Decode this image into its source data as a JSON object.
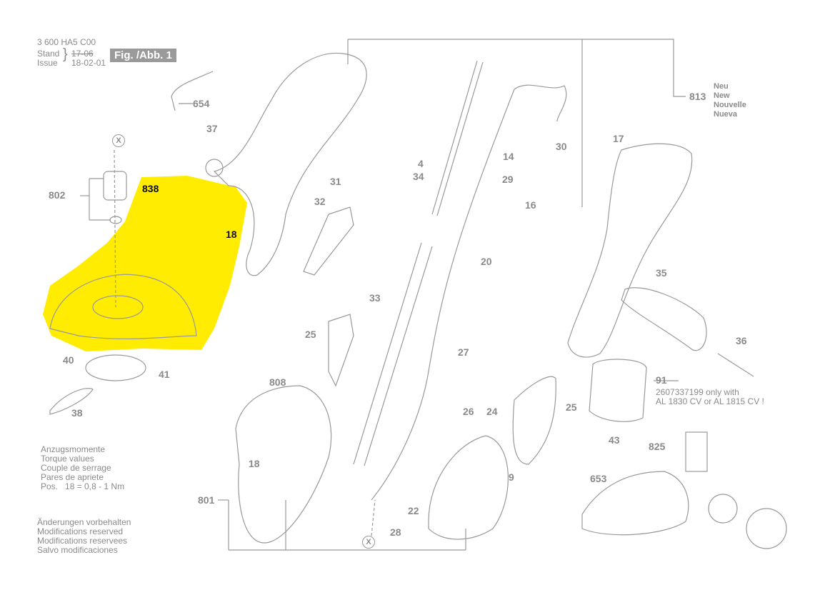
{
  "header": {
    "part_number": "3 600 HA5 C00",
    "stand_label": "Stand",
    "issue_label": "Issue",
    "old_date": "17-06",
    "date": "18-02-01",
    "figure": "Fig. /Abb. 1"
  },
  "new_note": [
    "Neu",
    "New",
    "Nouvelle",
    "Nueva"
  ],
  "battery_note": [
    "2607337199 only with",
    "AL 1830 CV or AL 1815 CV !"
  ],
  "torque": {
    "lines": [
      "Anzugsmomente",
      "Torque values",
      "Couple de serrage",
      "Pares de apriete"
    ],
    "pos_label": "Pos.",
    "value": "18 = 0,8 - 1 Nm"
  },
  "modifications": [
    "Änderungen vorbehalten",
    "Modifications reserved",
    "Modifications reservees",
    "Salvo modificaciones"
  ],
  "highlight_color": "#ffec00",
  "part_labels": [
    "654",
    "37",
    "802",
    "838",
    "18",
    "32",
    "31",
    "4",
    "34",
    "14",
    "30",
    "29",
    "17",
    "813",
    "16",
    "35",
    "20",
    "33",
    "25",
    "36",
    "40",
    "41",
    "27",
    "91",
    "808",
    "26",
    "24",
    "25",
    "43",
    "38",
    "18",
    "825",
    "653",
    "9",
    "801",
    "22",
    "28",
    "X",
    "X"
  ],
  "highlighted_labels": [
    "838",
    "18"
  ]
}
